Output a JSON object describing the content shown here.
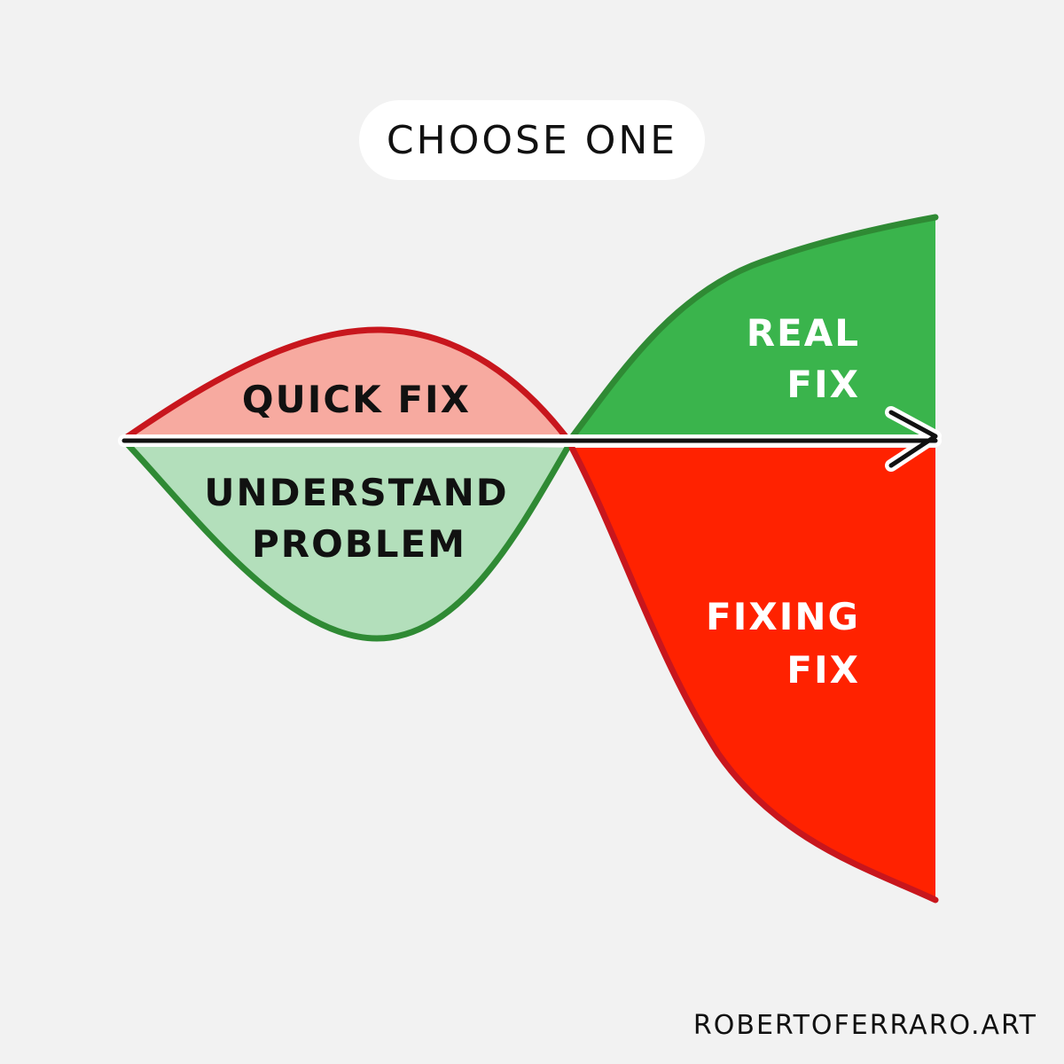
{
  "title": "CHOOSE ONE",
  "labels": {
    "quick_fix": "QUICK FIX",
    "understand_line1": "UNDERSTAND",
    "understand_line2": "PROBLEM",
    "real_line1": "REAL",
    "real_line2": "FIX",
    "fixing_line1": "FIXING",
    "fixing_line2": "FIX"
  },
  "credit": "ROBERTOFERRARO.ART",
  "colors": {
    "background": "#f2f2f2",
    "quick_fix_fill": "#f7aaa0",
    "quick_fix_stroke": "#c8161d",
    "understand_fill": "#b3dfbb",
    "understand_stroke": "#2f8a34",
    "real_fix_fill": "#3ab44c",
    "fixing_fix_fill": "#ff2200",
    "fixing_fix_stroke": "#c8161d",
    "axis": "#111111"
  },
  "icons": {
    "axis_arrow": "arrow-right-icon"
  }
}
